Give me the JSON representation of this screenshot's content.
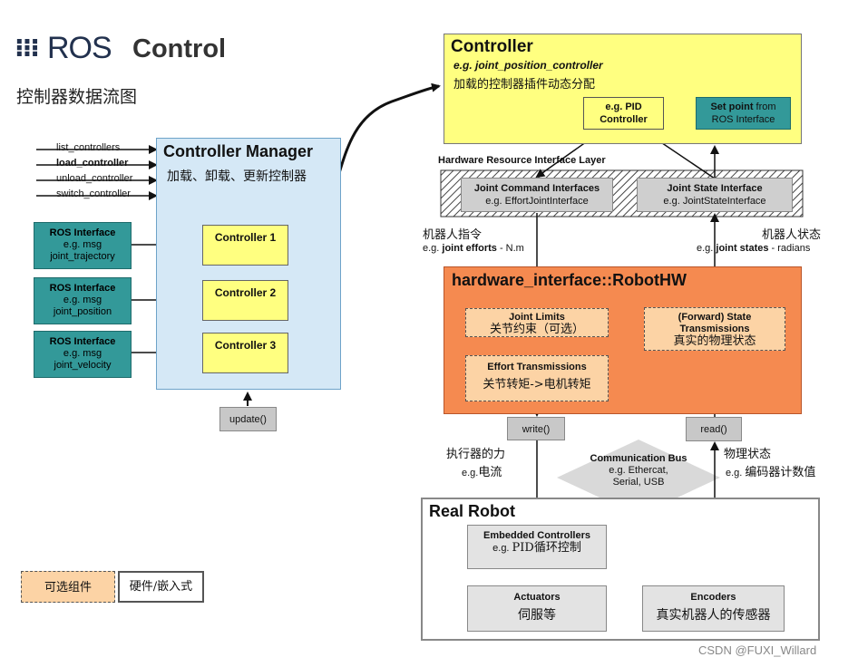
{
  "header": {
    "logo_mark": "⁝⁝⁝",
    "logo_text": "ROS",
    "title": "Control",
    "subtitle": "控制器数据流图"
  },
  "commands": [
    "list_controllers",
    "load_controller",
    "unload_controller",
    "switch_controller"
  ],
  "manager": {
    "title": "Controller Manager",
    "desc": "加载、卸载、更新控制器",
    "controllers": [
      "Controller 1",
      "Controller 2",
      "Controller 3"
    ],
    "update": "update()"
  },
  "ros_interfaces": [
    {
      "title": "ROS Interface",
      "line1": "e.g. msg",
      "line2": "joint_trajectory"
    },
    {
      "title": "ROS Interface",
      "line1": "e.g. msg",
      "line2": "joint_position"
    },
    {
      "title": "ROS Interface",
      "line1": "e.g. msg",
      "line2": "joint_velocity"
    }
  ],
  "controller": {
    "title": "Controller",
    "example": "e.g. joint_position_controller",
    "desc": "加载的控制器插件动态分配",
    "pid_line1": "e.g. PID",
    "pid_line2": "Controller",
    "setpoint_bold": "Set point",
    "setpoint_rest": " from",
    "setpoint_line2": "ROS Interface"
  },
  "hri": {
    "title": "Hardware Resource Interface Layer",
    "cmd_title": "Joint Command Interfaces",
    "cmd_example": "e.g. EffortJointInterface",
    "state_title": "Joint State Interface",
    "state_example": "e.g. JointStateInterface"
  },
  "left_label": {
    "cn": "机器人指令",
    "prefix": "e.g. ",
    "bold": "joint efforts",
    "suffix": " - N.m"
  },
  "right_label": {
    "cn": "机器人状态",
    "prefix": "e.g. ",
    "bold": "joint states",
    "suffix": " - radians"
  },
  "robothw": {
    "title": "hardware_interface::RobotHW",
    "limits_title": "Joint Limits",
    "limits_cn": "关节约束（可选）",
    "trans_title": "Effort Transmissions",
    "trans_cn": "关节转矩->电机转矩",
    "fwd_line1": "(Forward) State",
    "fwd_line2": "Transmissions",
    "fwd_cn": "真实的物理状态"
  },
  "write_label": "write()",
  "read_label": "read()",
  "exec_label": {
    "cn": "执行器的力",
    "prefix": "e.g.",
    "cn2": "电流"
  },
  "phys_label": {
    "cn": "物理状态",
    "prefix": "e.g. ",
    "cn2": "编码器计数值"
  },
  "bus": {
    "title": "Communication Bus",
    "line1": "e.g. Ethercat,",
    "line2": "Serial, USB"
  },
  "robot": {
    "title": "Real Robot",
    "emb_title": "Embedded Controllers",
    "emb_prefix": "e.g. ",
    "emb_cn": "PID循环控制",
    "act_title": "Actuators",
    "act_cn": "伺服等",
    "enc_title": "Encoders",
    "enc_cn": "真实机器人的传感器"
  },
  "legend": {
    "optional": "可选组件",
    "hardware": "硬件/嵌入式"
  },
  "watermark": "CSDN @FUXI_Willard",
  "colors": {
    "manager_bg": "#d5e8f6",
    "controller_bg": "#ffff80",
    "ros_bg": "#339999",
    "robothw_bg": "#f58a50",
    "optional_bg": "#fcd3a5"
  }
}
